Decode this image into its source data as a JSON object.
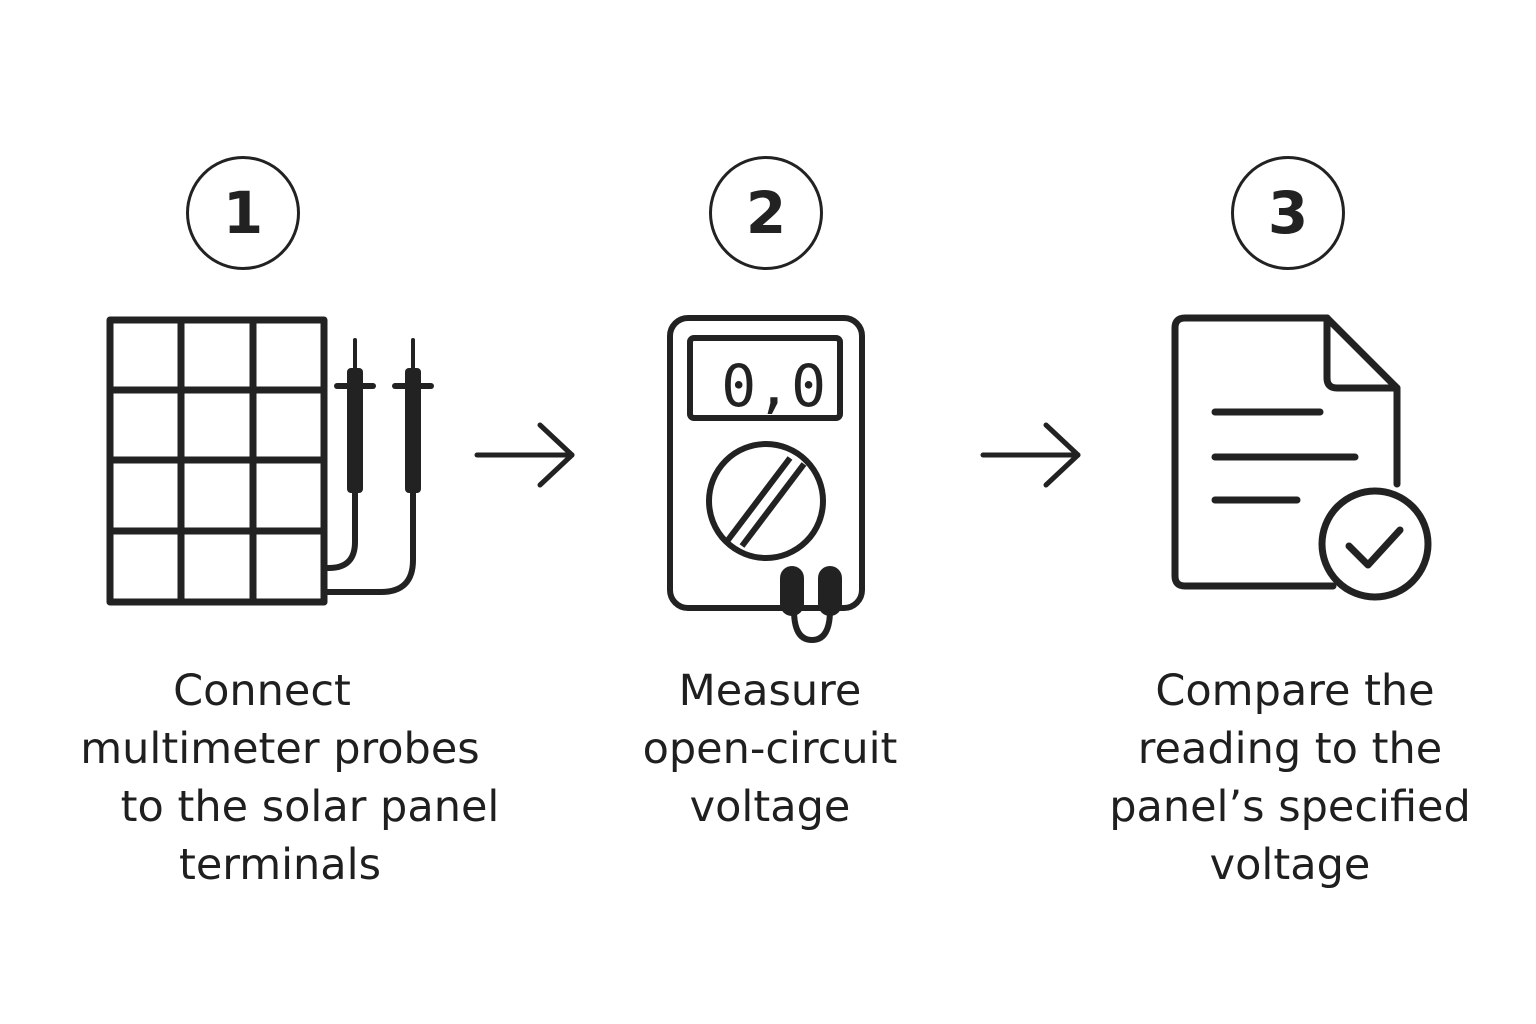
{
  "steps": [
    {
      "number": "1",
      "icon": "solar-panel-with-probes-icon",
      "caption_lines": [
        "Connect",
        "multimeter probes",
        "to the solar panel",
        "terminals"
      ]
    },
    {
      "number": "2",
      "icon": "multimeter-icon",
      "display_reading": "0,0",
      "caption_lines": [
        "Measure",
        "open-circuit",
        "voltage"
      ]
    },
    {
      "number": "3",
      "icon": "document-check-icon",
      "caption_lines": [
        "Compare the",
        "reading to the",
        "panel’s specified",
        "voltage"
      ]
    }
  ],
  "connectors": [
    "arrow-right-icon",
    "arrow-right-icon"
  ],
  "colors": {
    "stroke": "#222222",
    "text": "#1f1f1f",
    "background": "#ffffff"
  }
}
